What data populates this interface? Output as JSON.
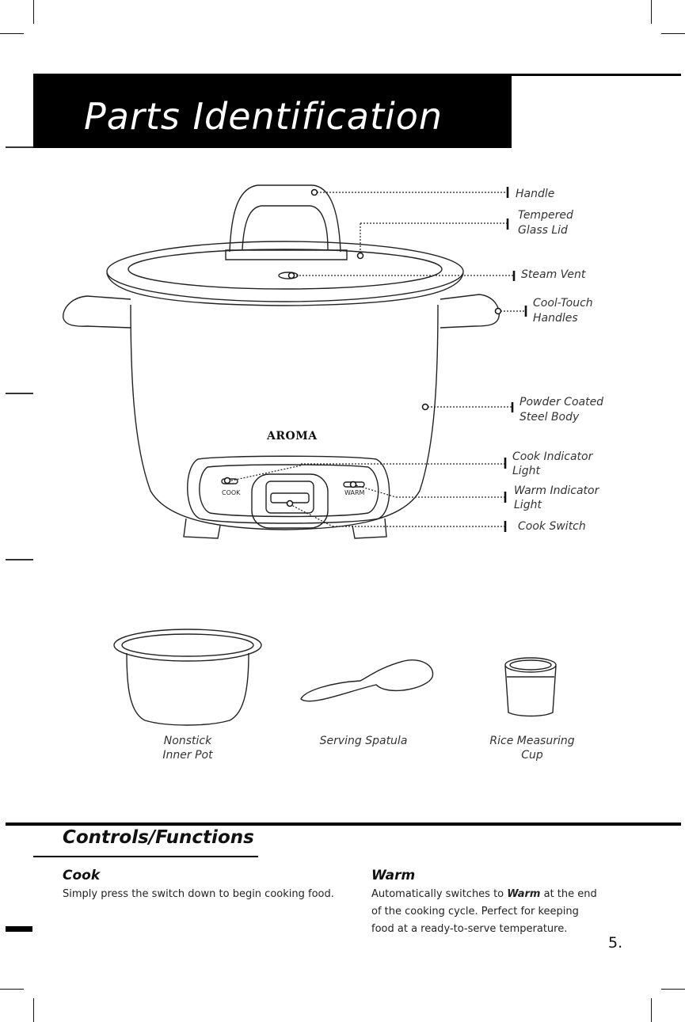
{
  "header": {
    "title": "Parts Identification"
  },
  "callouts": {
    "handle": "Handle",
    "lid_1": "Tempered",
    "lid_2": "Glass Lid",
    "steam_vent": "Steam Vent",
    "cool_touch_1": "Cool-Touch",
    "cool_touch_2": "Handles",
    "body_1": "Powder Coated",
    "body_2": "Steel Body",
    "cook_light_1": "Cook Indicator",
    "cook_light_2": "Light",
    "warm_light_1": "Warm Indicator",
    "warm_light_2": "Light",
    "cook_switch": "Cook Switch"
  },
  "appliance": {
    "brand": "AROMA",
    "cook_label": "COOK",
    "warm_label": "WARM"
  },
  "accessories": {
    "pot_1": "Nonstick",
    "pot_2": "Inner Pot",
    "spatula": "Serving Spatula",
    "cup_1": "Rice Measuring",
    "cup_2": "Cup"
  },
  "controls": {
    "title": "Controls/Functions",
    "cook_title": "Cook",
    "cook_text": "Simply press the switch down to begin cooking food.",
    "warm_title": "Warm",
    "warm_text_1": "Automatically switches to",
    "warm_bold": "Warm",
    "warm_text_2": "at the end",
    "warm_text_3": "of the cooking cycle. Perfect for keeping",
    "warm_text_4": "food at a ready-to-serve temperature."
  },
  "page_number": "5."
}
